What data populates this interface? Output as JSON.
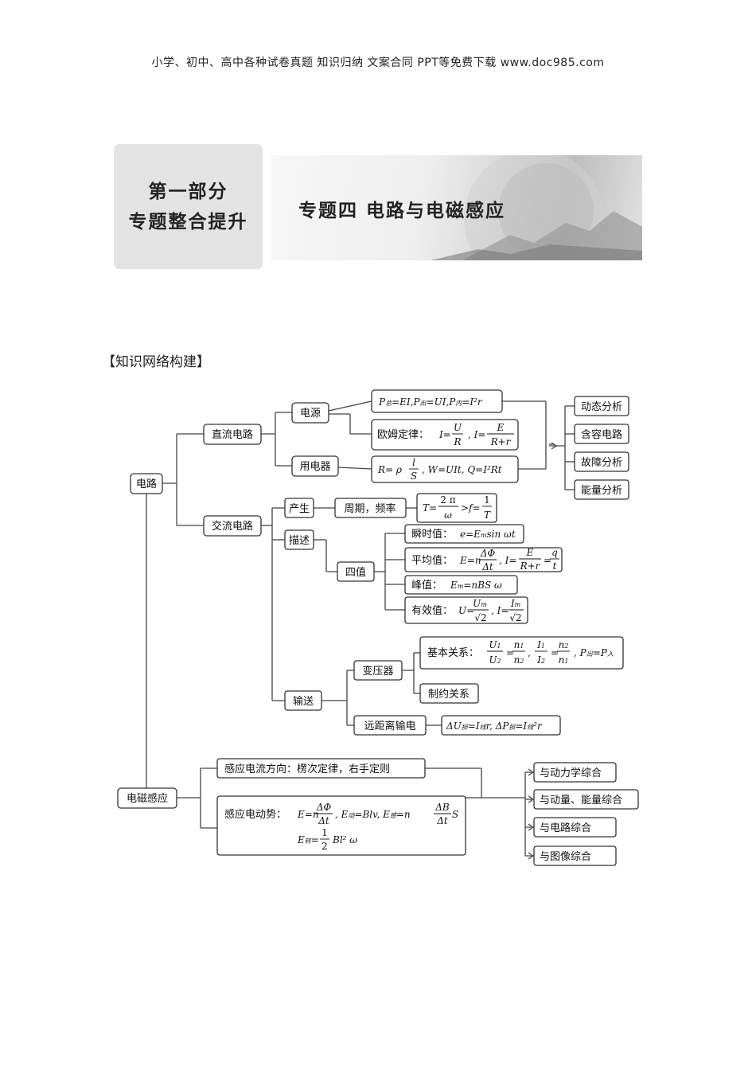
{
  "header": {
    "text": "小学、初中、高中各种试卷真题  知识归纳  文案合同  PPT等免费下载      www.doc985.com"
  },
  "banner": {
    "part_line1": "第一部分",
    "part_line2": "专题整合提升",
    "topic": "专题四    电路与电磁感应"
  },
  "section_title": "【知识网络构建】",
  "mindmap": {
    "root_circuit": "电路",
    "dc": "直流电路",
    "power_source": "电源",
    "appliance": "用电器",
    "formula_power": "P总=EI,P出=UI,P内=I²r",
    "ohm_label": "欧姆定律：",
    "formula_resistance": "R=ρl/S, W=UIt, Q=I²Rt",
    "analysis": [
      "动态分析",
      "含容电路",
      "故障分析",
      "能量分析"
    ],
    "ac": "交流电路",
    "generate": "产生",
    "describe": "描述",
    "period_freq": "周期，频率",
    "four_values": "四值",
    "instant_label": "瞬时值：",
    "average_label": "平均值：",
    "peak_label": "峰值：",
    "effective_label": "有效值：",
    "transmit": "输送",
    "transformer": "变压器",
    "basic_relation_label": "基本关系：",
    "constraint": "制约关系",
    "long_distance": "远距离输电",
    "root_induction": "电磁感应",
    "current_direction": "感应电流方向：楞次定律，右手定则",
    "emf_label": "感应电动势：",
    "synthesis": [
      "与动力学综合",
      "与动量、能量综合",
      "与电路综合",
      "与图像综合"
    ]
  }
}
